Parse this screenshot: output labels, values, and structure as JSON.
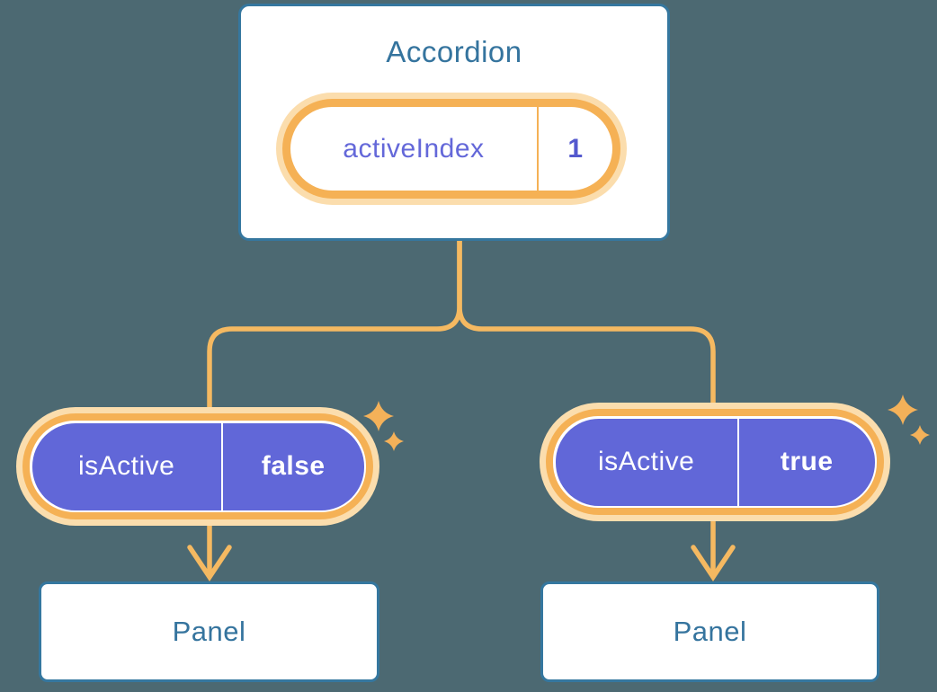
{
  "colors": {
    "background": "#4C6972",
    "card_border": "#35779F",
    "heading": "#35749E",
    "orange": "#F5B155",
    "orange_soft": "#FBDDAD",
    "line": "#F5B961",
    "purple": "#6167D8",
    "pill_text": "#6468D9",
    "pill_value": "#5459CE"
  },
  "accordion": {
    "title": "Accordion",
    "state": {
      "label": "activeIndex",
      "value": "1"
    }
  },
  "children": [
    {
      "prop": {
        "label": "isActive",
        "value": "false"
      },
      "component": "Panel"
    },
    {
      "prop": {
        "label": "isActive",
        "value": "true"
      },
      "component": "Panel"
    }
  ]
}
